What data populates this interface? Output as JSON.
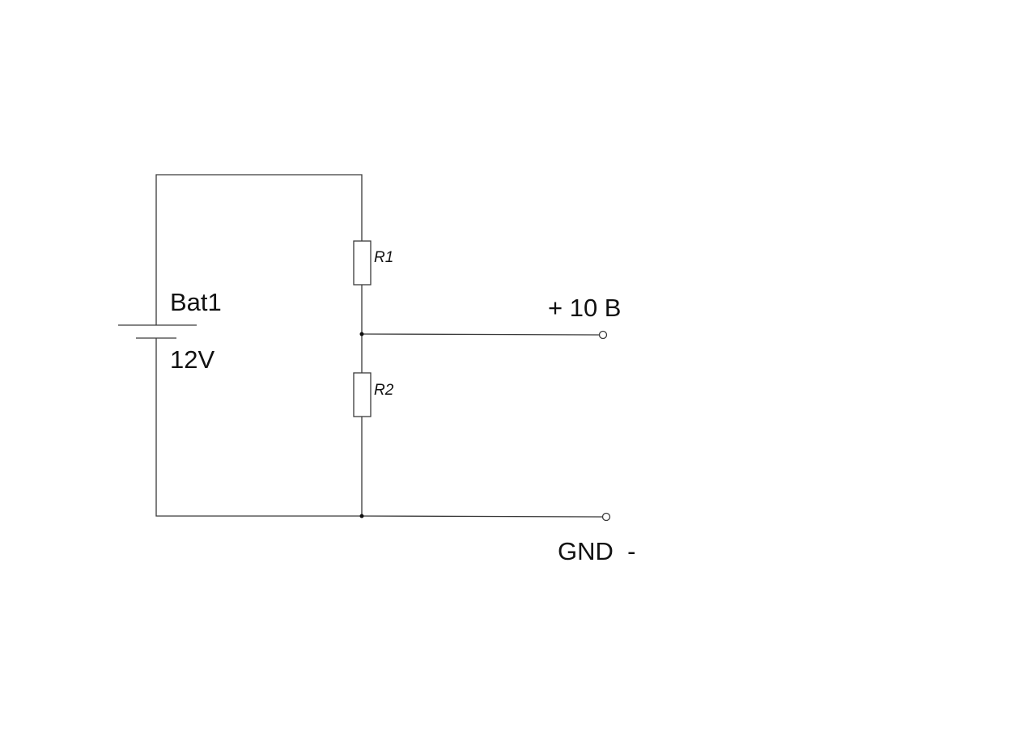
{
  "diagram": {
    "type": "circuit-schematic",
    "battery": {
      "name": "Bat1",
      "voltage": "12V"
    },
    "resistors": [
      {
        "name": "R1"
      },
      {
        "name": "R2"
      }
    ],
    "terminals": {
      "output": {
        "label": "+ 10 B"
      },
      "ground": {
        "label": "GND  -"
      }
    }
  }
}
